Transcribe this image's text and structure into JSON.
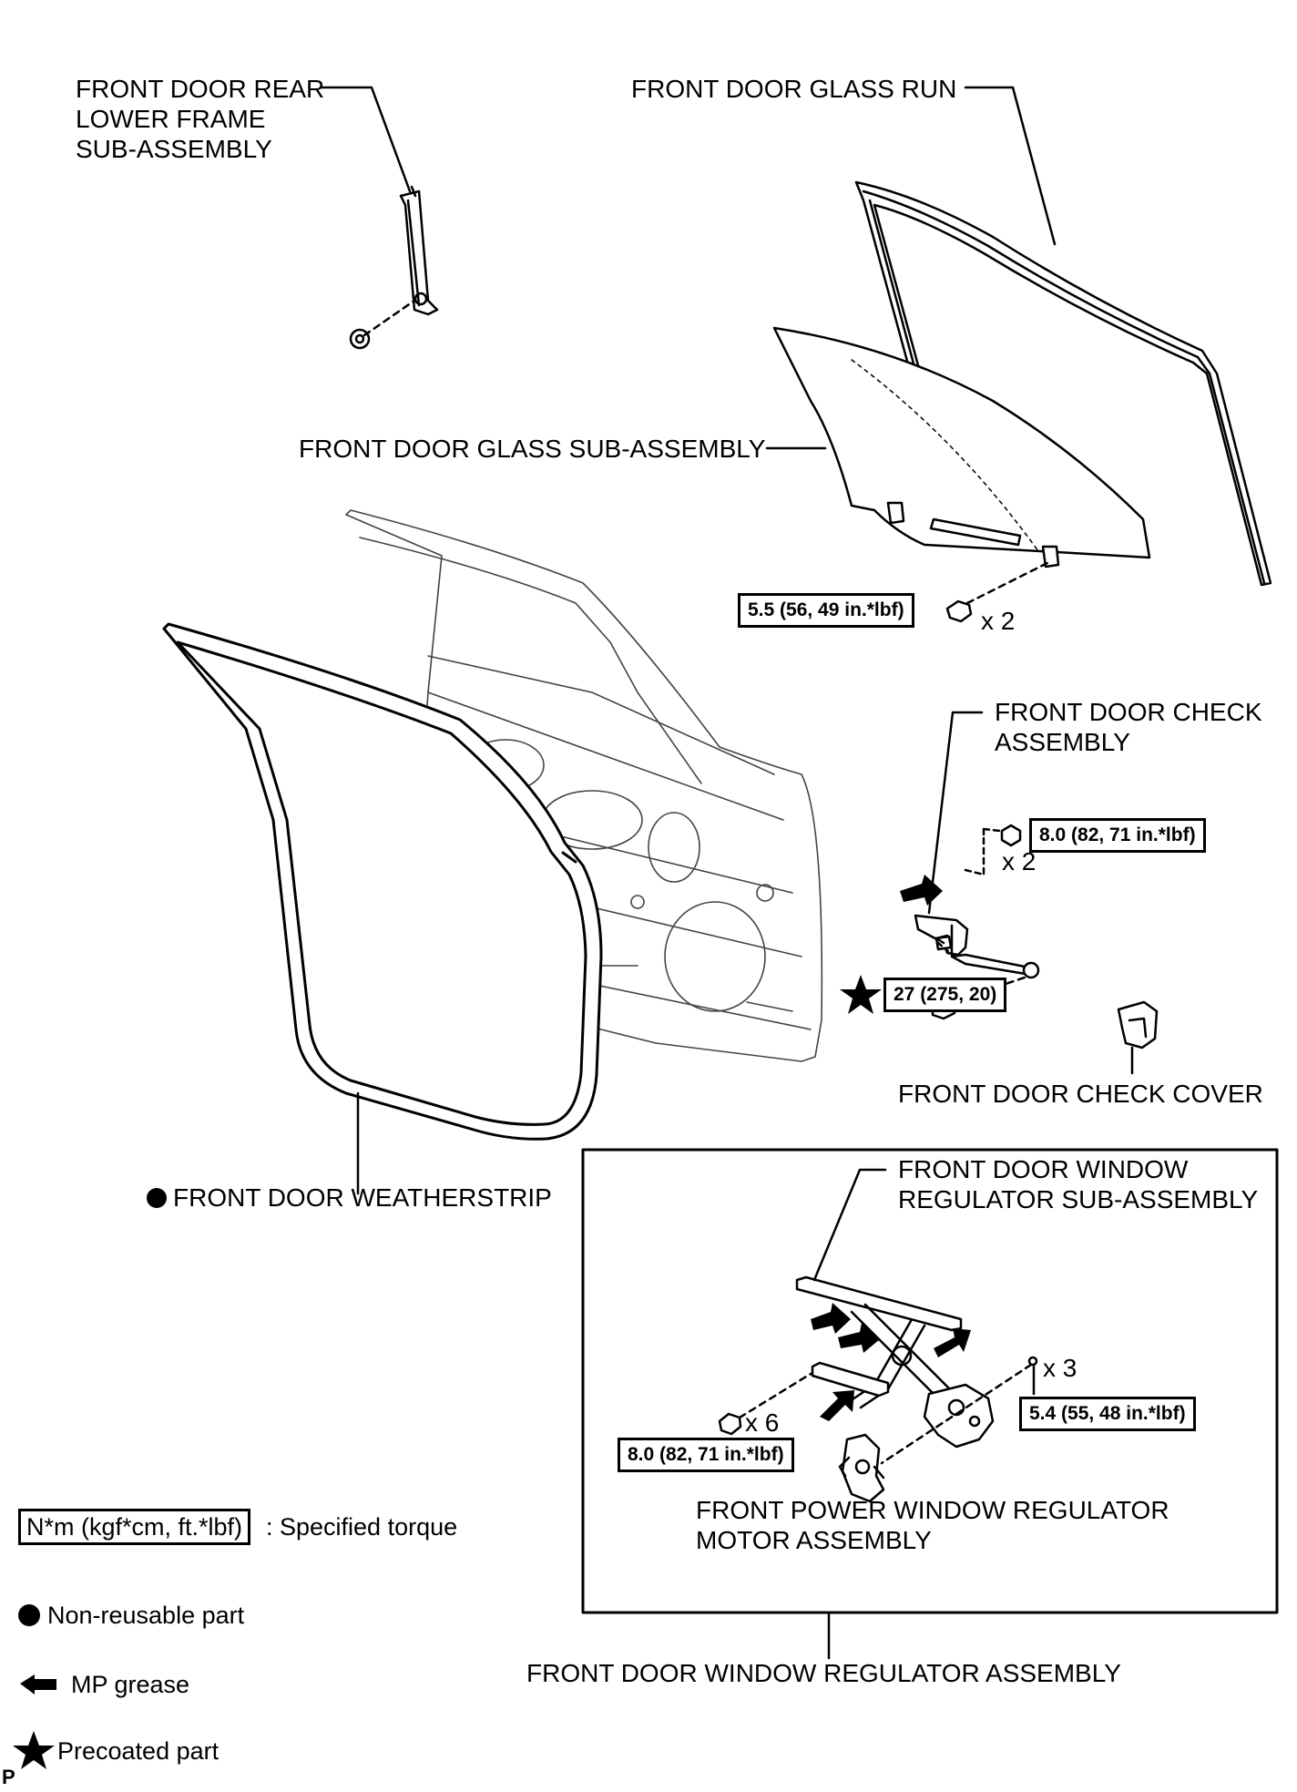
{
  "labels": {
    "rear_lower_frame": [
      "FRONT DOOR REAR",
      "LOWER FRAME",
      "SUB-ASSEMBLY"
    ],
    "glass_run": "FRONT DOOR GLASS RUN",
    "glass_sub": "FRONT DOOR GLASS SUB-ASSEMBLY",
    "check_assembly": [
      "FRONT DOOR CHECK",
      "ASSEMBLY"
    ],
    "check_cover": "FRONT DOOR CHECK COVER",
    "weatherstrip": "FRONT DOOR WEATHERSTRIP",
    "window_reg_sub": [
      "FRONT DOOR WINDOW",
      "REGULATOR SUB-ASSEMBLY"
    ],
    "motor": [
      "FRONT POWER WINDOW REGULATOR",
      "MOTOR ASSEMBLY"
    ],
    "window_reg_assembly": "FRONT DOOR WINDOW REGULATOR ASSEMBLY"
  },
  "torques": {
    "glass_bolt": "5.5 (56, 49 in.*lbf)",
    "check_nut": "8.0 (82, 71 in.*lbf)",
    "check_bolt": "27 (275, 20)",
    "regulator_bolt": "8.0 (82, 71 in.*lbf)",
    "motor_screw": "5.4 (55, 48 in.*lbf)"
  },
  "counts": {
    "glass_bolt": "x 2",
    "check_nut": "x 2",
    "regulator_bolt": "x 6",
    "motor_screw": "x 3"
  },
  "legend": {
    "torque_box": "N*m (kgf*cm, ft.*lbf)",
    "torque_text": ": Specified torque",
    "nonreusable": "Non-reusable part",
    "grease": "MP grease",
    "precoated": "Precoated part"
  },
  "corner_mark": "P",
  "icons": [
    "filled-circle-icon",
    "grease-arrow-icon",
    "star-icon"
  ]
}
